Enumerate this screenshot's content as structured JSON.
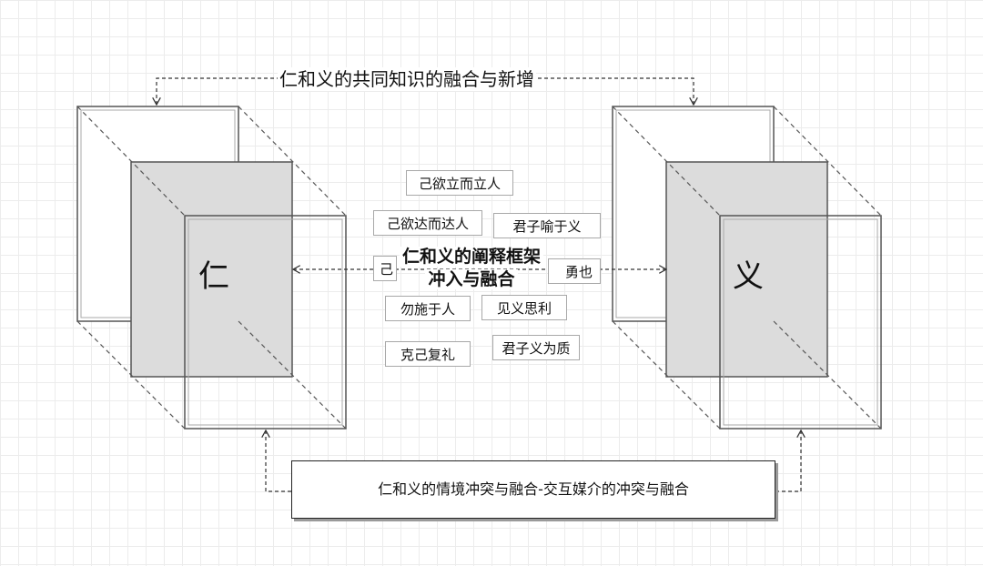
{
  "diagram": {
    "top_label": "仁和义的共同知识的融合与新增",
    "left_cube_label": "仁",
    "right_cube_label": "义",
    "center_title_line1": "仁和义的阐释框架",
    "center_title_line2": "冲入与融合",
    "bottom_label": "仁和义的情境冲突与融合-交互媒介的冲突与融合",
    "tags": [
      "己欲立而立人",
      "己欲达而达人",
      "君子喻于义",
      "己",
      "勇也",
      "勿施于人",
      "见义思利",
      "克己复礼",
      "君子义为质"
    ]
  }
}
